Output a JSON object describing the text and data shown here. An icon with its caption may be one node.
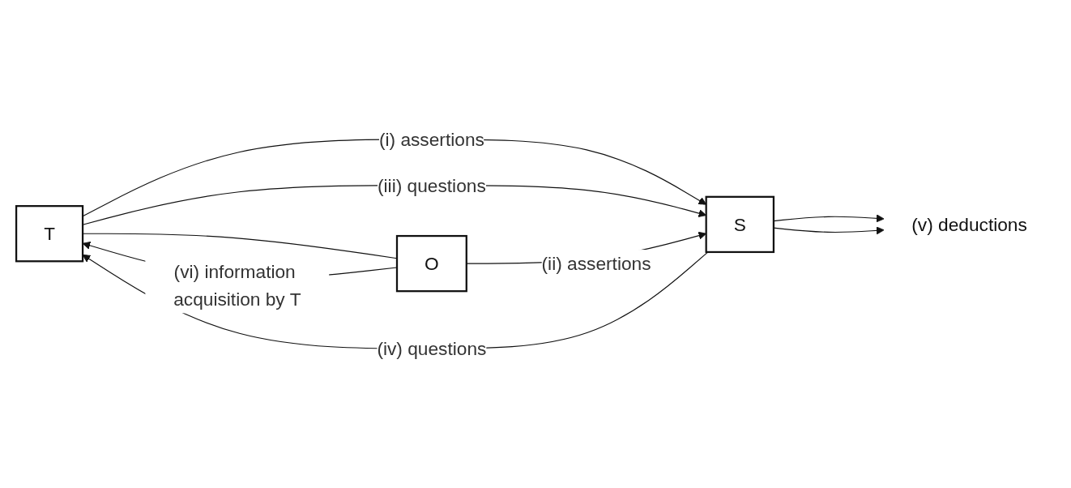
{
  "diagram": {
    "nodes": [
      {
        "text": [
          "T"
        ]
      },
      {
        "text": [
          "S"
        ]
      },
      {
        "text": [
          "(v) deductions"
        ]
      },
      {
        "text": [
          "O"
        ]
      }
    ],
    "edges": [
      {
        "from": 0,
        "to": 1,
        "arrow": "to",
        "label": "(i) assertions"
      },
      {
        "from": 0,
        "to": 1,
        "arrow": "to",
        "label": "(iii) questions"
      },
      {
        "from": 1,
        "to": 0,
        "arrow": "to",
        "label": "(iv) questions"
      },
      {
        "from": 1,
        "to": 2,
        "arrow": "to"
      },
      {
        "from": 1,
        "to": 2,
        "arrow": "to"
      },
      {
        "from": 3,
        "to": 1,
        "arrow": "to",
        "label": "(ii) assertions"
      },
      {
        "from": 3,
        "to": 0,
        "arrow": "to",
        "label": "(vi) information acquisition by T"
      },
      {
        "from": 0,
        "to": 3,
        "arrow": "none"
      }
    ]
  }
}
